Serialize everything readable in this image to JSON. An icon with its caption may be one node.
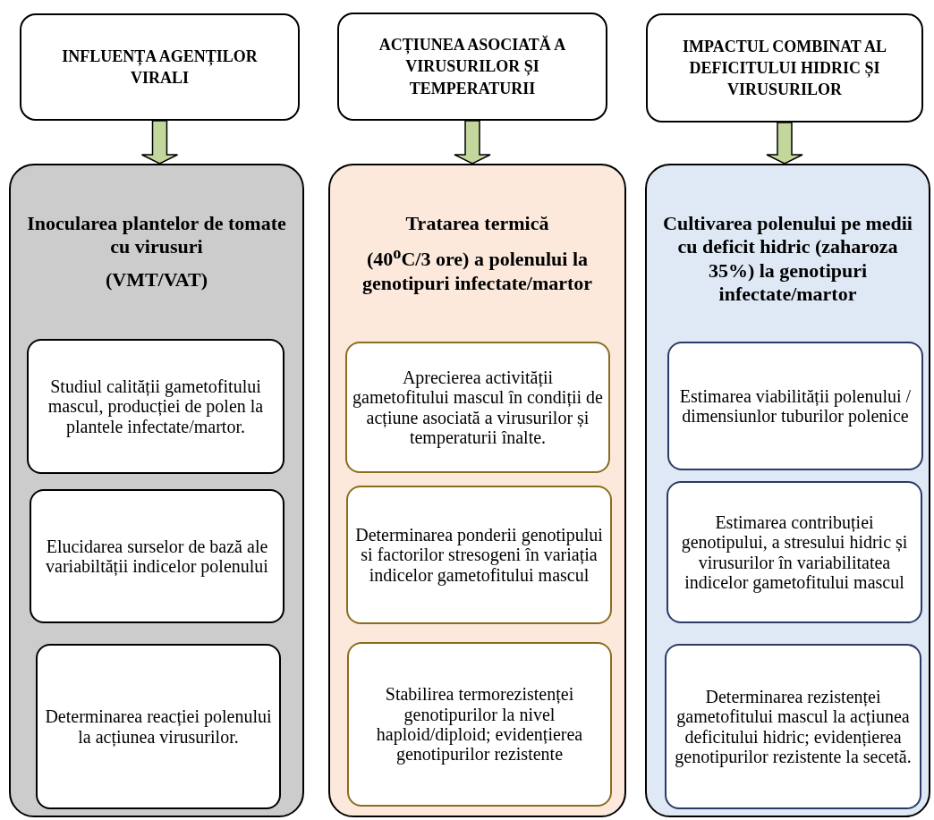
{
  "diagram": {
    "nodes": [
      {
        "text": [
          "INFLUENȚA AGENȚILOR VIRALI"
        ]
      },
      {
        "text": [
          "ACȚIUNEA ASOCIATĂ A VIRUSURILOR ȘI TEMPERATURII"
        ]
      },
      {
        "text": [
          "IMPACTUL COMBINAT AL DEFICITULUI HIDRIC ȘI VIRUSURILOR"
        ]
      },
      {
        "text": [
          "Inocularea plantelor de tomate cu virusuri",
          "(VMT/VAT)"
        ]
      },
      {
        "text": [
          "Studiul calității gametofitului mascul, producției de polen la plantele infectate/martor."
        ],
        "in": 3
      },
      {
        "text": [
          "Elucidarea surselor de bază ale variabiltății indicelor polenului"
        ],
        "in": 3
      },
      {
        "text": [
          "Determinarea reacției polenului la acțiunea virusurilor."
        ],
        "in": 3
      },
      {
        "text": [
          "Tratarea termică",
          "(40$^{o}$C/3 ore) a polenului la genotipuri infectate/martor"
        ]
      },
      {
        "text": [
          "Aprecierea activității gametofitului mascul în condiții de acțiune asociată a virusurilor și temperaturii înalte."
        ],
        "in": 7
      },
      {
        "text": [
          "Determinarea ponderii genotipului si factorilor stresogeni în variația indicelor gametofitului mascul"
        ],
        "in": 7
      },
      {
        "text": [
          "Stabilirea termorezistenței genotipurilor la nivel haploid/diploid; evidențierea genotipurilor rezistente"
        ],
        "in": 7
      },
      {
        "text": [
          "Cultivarea polenului pe medii cu deficit hidric (zaharoza 35%) la genotipuri infectate/martor"
        ]
      },
      {
        "text": [
          "Estimarea viabilității polenului / dimensiunlor tuburilor polenice"
        ],
        "in": 11
      },
      {
        "text": [
          "Estimarea contribuției genotipului, a stresului hidric și virusurilor în variabilitatea indicelor gametofitului mascul"
        ],
        "in": 11
      },
      {
        "text": [
          "Determinarea rezistenței gametofitului mascul la acțiunea deficitului hidric; evidențierea genotipurilor rezistente la secetă."
        ],
        "in": 11
      }
    ],
    "edges": [
      {
        "from": 0,
        "to": 3,
        "arrow": "to",
        "style": "thick"
      },
      {
        "from": 1,
        "to": 7,
        "arrow": "to",
        "style": "thick"
      },
      {
        "from": 2,
        "to": 11,
        "arrow": "to",
        "style": "thick"
      }
    ]
  }
}
